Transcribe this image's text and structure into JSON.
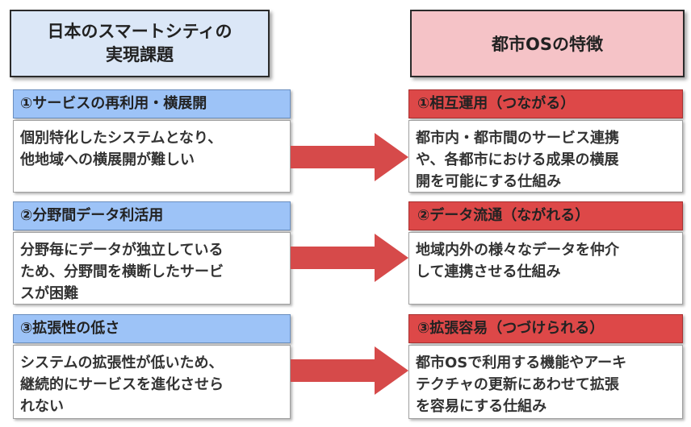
{
  "left_header": {
    "line1": "日本のスマートシティの",
    "line2": "実現課題"
  },
  "right_header": "都市OSの特徴",
  "rows": [
    {
      "left_title": "①サービスの再利用・横展開",
      "left_desc": [
        "個別特化したシステムとなり、",
        "他地域への横展開が難しい"
      ],
      "right_title": "①相互運用（つながる）",
      "right_desc": [
        "都市内・都市間のサービス連携",
        "や、各都市における成果の横展",
        "開を可能にする仕組み"
      ]
    },
    {
      "left_title": "②分野間データ利活用",
      "left_desc": [
        "分野毎にデータが独立している",
        "ため、分野間を横断したサービ",
        "スが困難"
      ],
      "right_title": "②データ流通（ながれる）",
      "right_desc": [
        "地域内外の様々なデータを仲介",
        "して連携させる仕組み"
      ]
    },
    {
      "left_title": "③拡張性の低さ",
      "left_desc": [
        "システムの拡張性が低いため、",
        "継続的にサービスを進化させら",
        "れない"
      ],
      "right_title": "③拡張容易（つづけられる）",
      "right_desc": [
        "都市OSで利用する機能やアーキ",
        "テクチャの更新にあわせて拡張",
        "を容易にする仕組み"
      ]
    }
  ],
  "colors": {
    "left_header_bg": "#dbe7f7",
    "right_header_bg": "#f5c3c7",
    "left_title_bg": "#9dc3f7",
    "right_title_bg": "#dd4848",
    "arrow": "#d64a4a"
  }
}
